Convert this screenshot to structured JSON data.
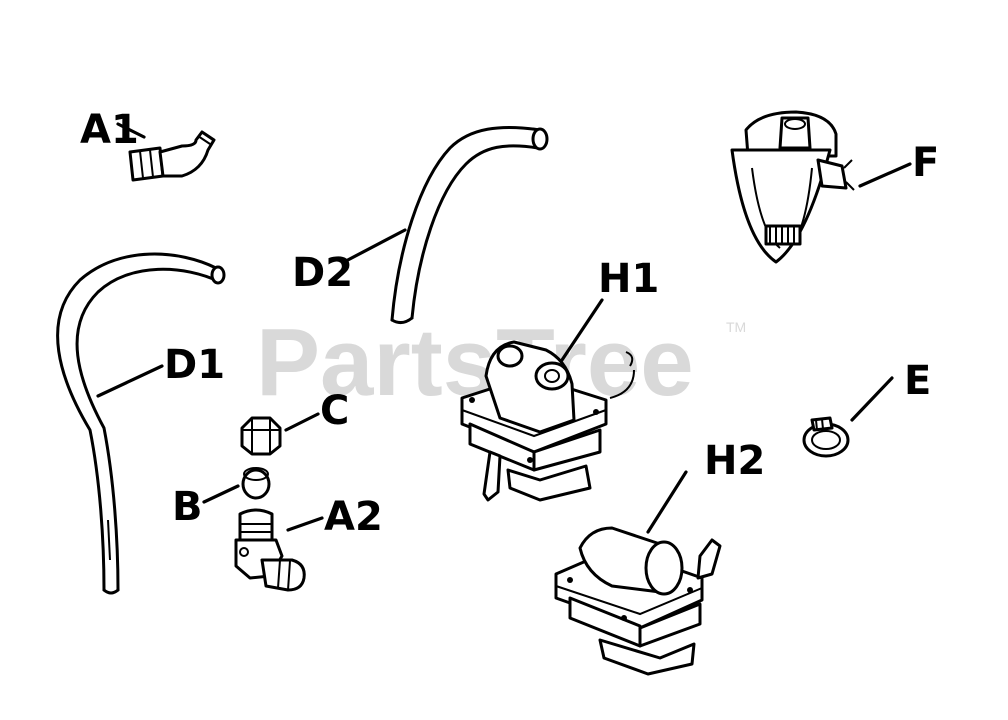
{
  "watermark": {
    "text": "PartsTree",
    "trademark": "TM"
  },
  "labels": {
    "A1": "A1",
    "A2": "A2",
    "B": "B",
    "C": "C",
    "D1": "D1",
    "D2": "D2",
    "E": "E",
    "F": "F",
    "H1": "H1",
    "H2": "H2"
  }
}
